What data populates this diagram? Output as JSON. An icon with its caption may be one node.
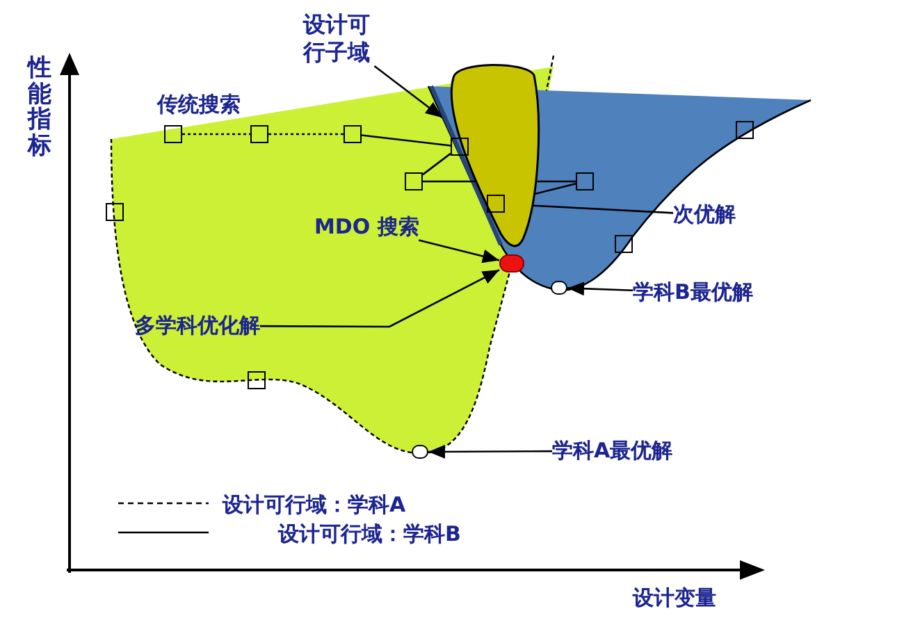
{
  "diagram": {
    "nodes": [
      {
        "text": [
          "设计可行子域"
        ]
      },
      {
        "text": [],
        "shape": "region"
      },
      {
        "text": [],
        "shape": "box"
      },
      {
        "text": [],
        "shape": "box"
      },
      {
        "text": [],
        "shape": "box"
      },
      {
        "text": [],
        "shape": "box"
      },
      {
        "text": [],
        "shape": "box"
      },
      {
        "text": [],
        "shape": "box"
      },
      {
        "text": [],
        "shape": "box",
        "in": 1
      },
      {
        "text": [],
        "shape": "box"
      },
      {
        "text": [],
        "shape": "box"
      },
      {
        "text": [],
        "shape": "box"
      },
      {
        "text": [],
        "shape": "box"
      },
      {
        "text": [
          "次优解"
        ]
      },
      {
        "text": [
          "MDO 搜索"
        ]
      },
      {
        "text": [],
        "shape": "circle"
      },
      {
        "text": [
          "多学科优化解"
        ]
      },
      {
        "text": [
          "学科B最优解"
        ]
      },
      {
        "text": [],
        "shape": "circle"
      },
      {
        "text": [
          "学科A最优解"
        ]
      },
      {
        "text": [],
        "shape": "circle"
      }
    ],
    "edges": [
      {
        "from": 0,
        "to": 1,
        "arrow": "to"
      },
      {
        "from": 2,
        "to": 3,
        "arrow": "none",
        "style": "dashed"
      },
      {
        "from": 3,
        "to": 4,
        "arrow": "none",
        "style": "dashed"
      },
      {
        "from": 4,
        "to": 5,
        "arrow": "none"
      },
      {
        "from": 6,
        "to": 5,
        "arrow": "none"
      },
      {
        "from": 6,
        "to": 7,
        "arrow": "none"
      },
      {
        "from": 7,
        "to": 8,
        "arrow": "none"
      },
      {
        "from": 13,
        "to": 8,
        "arrow": "to"
      },
      {
        "from": 14,
        "to": 15,
        "arrow": "to"
      },
      {
        "from": 16,
        "to": 15,
        "arrow": "to"
      },
      {
        "from": 17,
        "to": 18,
        "arrow": "to"
      },
      {
        "from": 19,
        "to": 20,
        "arrow": "to"
      }
    ],
    "labels": [
      "性能指标",
      "传统搜索",
      "设计变量"
    ],
    "legend": [
      {
        "text": "设计可行域：学科A"
      },
      {
        "text": "设计可行域：学科B"
      }
    ]
  }
}
